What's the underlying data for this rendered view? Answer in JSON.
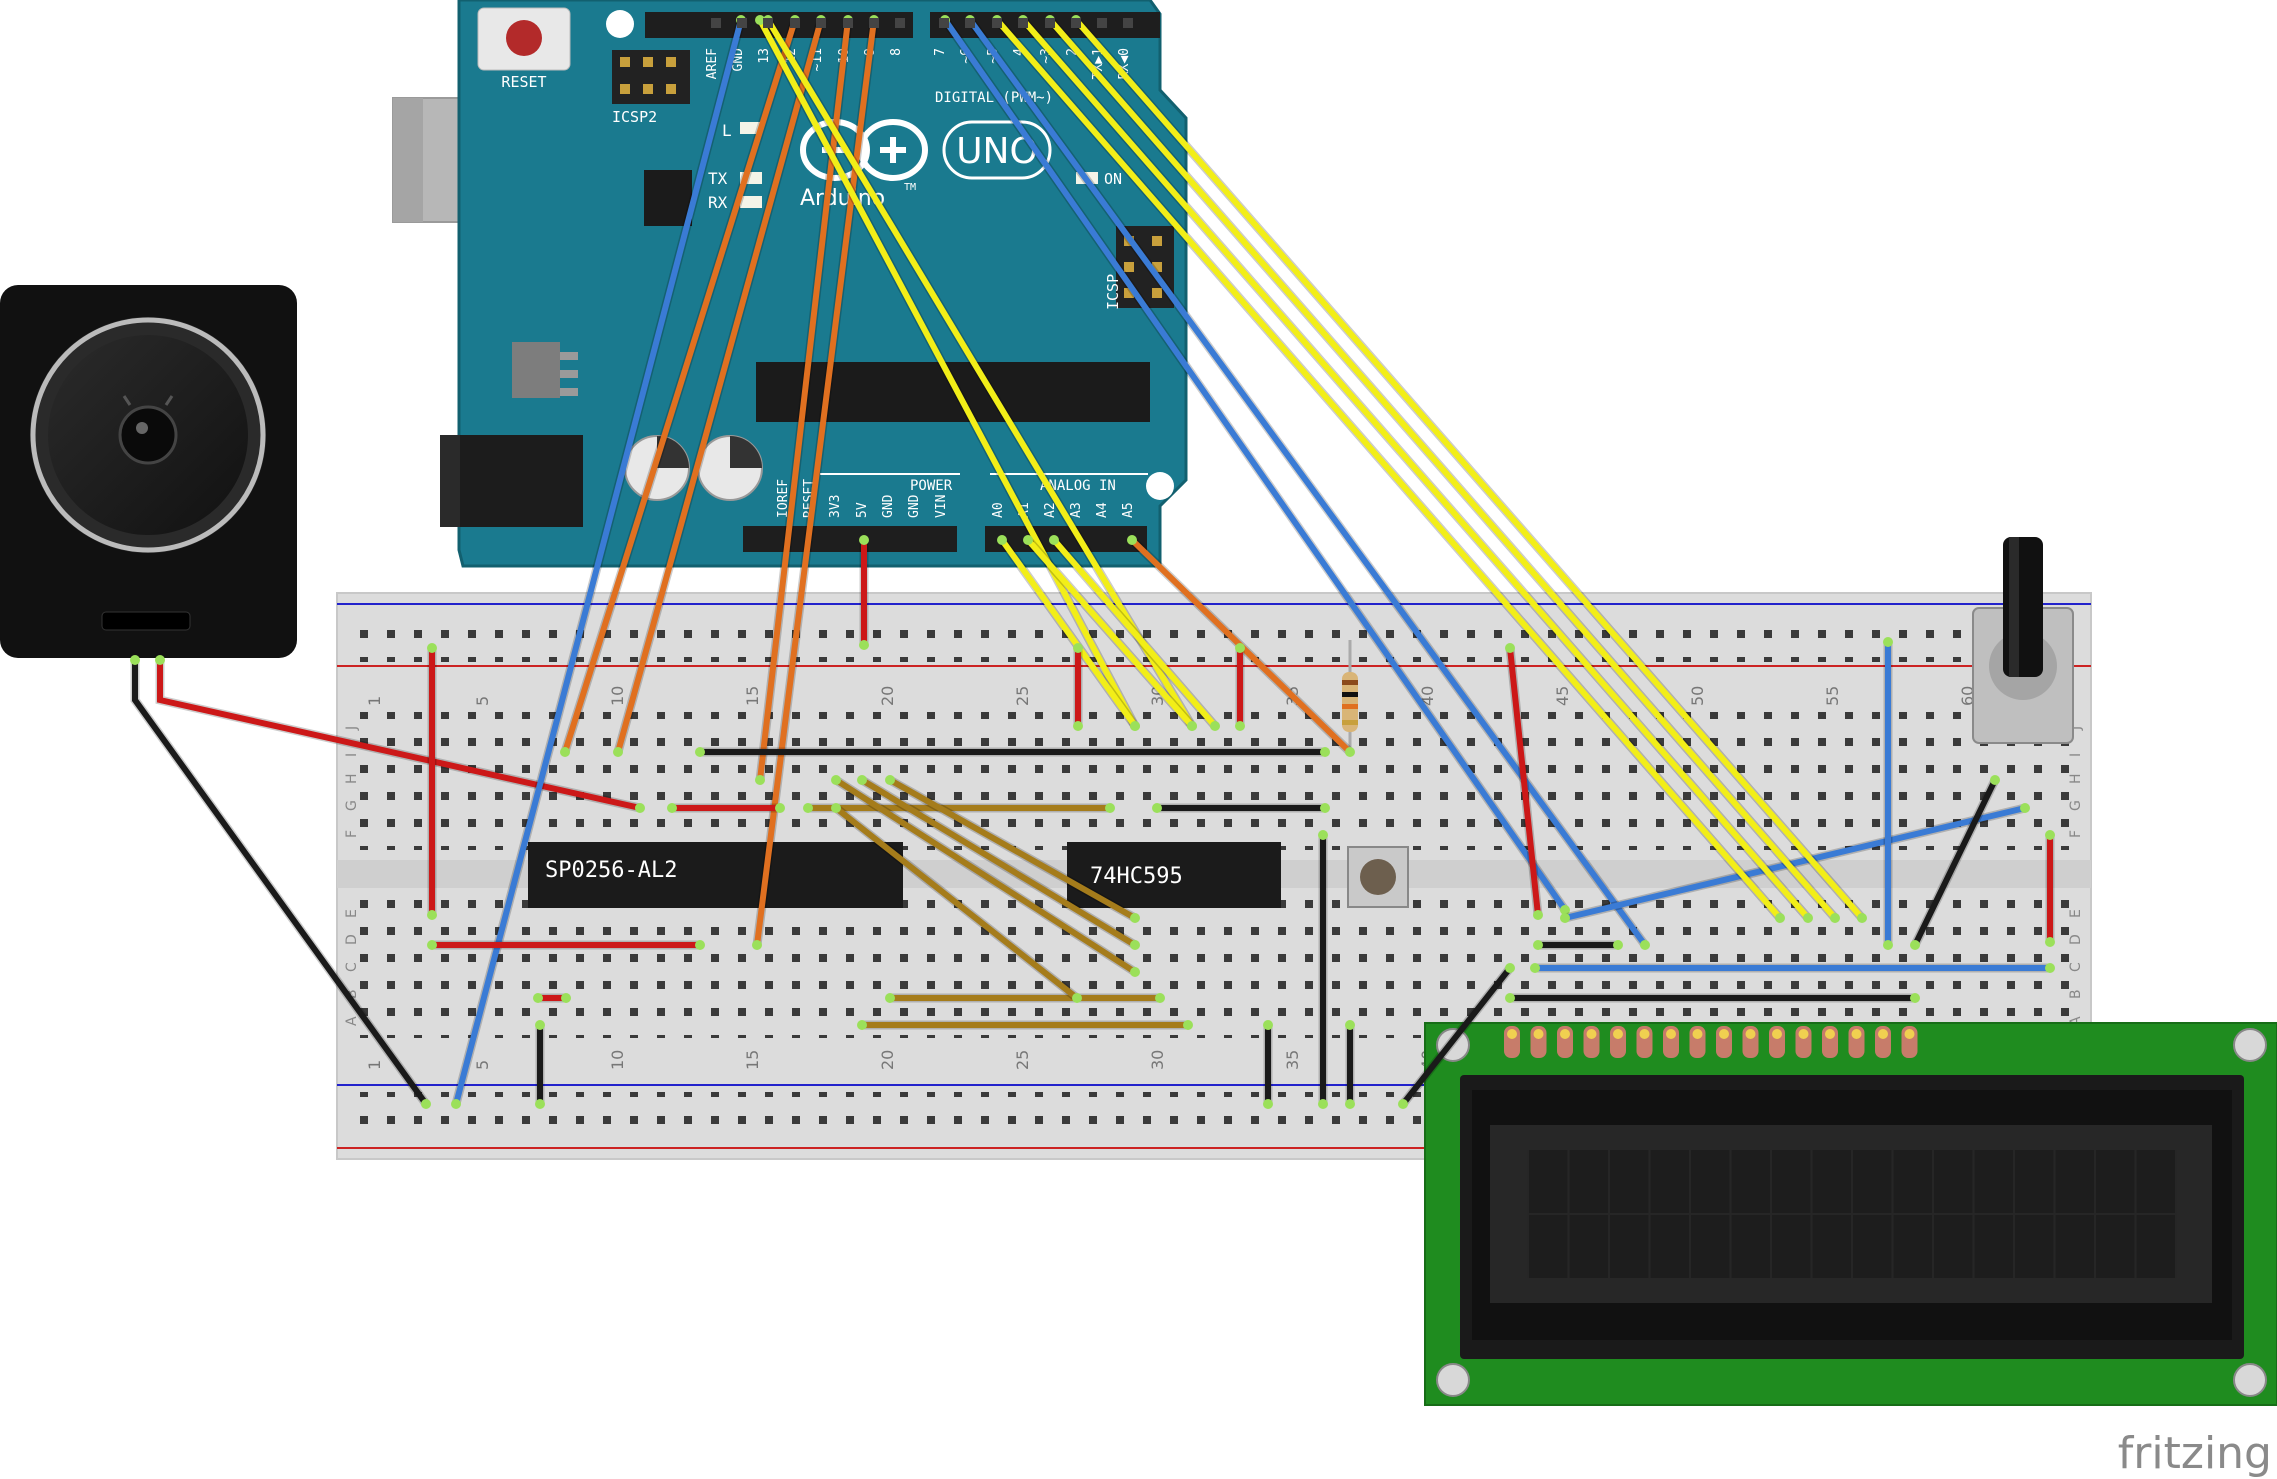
{
  "arduino": {
    "reset_label": "RESET",
    "icsp2_label": "ICSP2",
    "icsp_label": "ICSP",
    "brand": "Arduino",
    "tm": "TM",
    "model": "UNO",
    "on_label": "ON",
    "led_l": "L",
    "led_tx": "TX",
    "led_rx": "RX",
    "digital_label": "DIGITAL (PWM~)",
    "power_label": "POWER",
    "analog_label": "ANALOG IN",
    "top_pins": [
      "AREF",
      "GND",
      "13",
      "12",
      "~11",
      "~10",
      "~9",
      "8",
      "7",
      "~6",
      "~5",
      "4",
      "~3",
      "2",
      "TX▶1",
      "RX◀0"
    ],
    "power_pins": [
      "IOREF",
      "RESET",
      "3V3",
      "5V",
      "GND",
      "GND",
      "VIN"
    ],
    "analog_pins": [
      "A0",
      "A1",
      "A2",
      "A3",
      "A4",
      "A5"
    ],
    "colors": {
      "board": "#1a7a8f",
      "board_edge": "#12606f",
      "silk": "#ffffff"
    }
  },
  "breadboard": {
    "col_numbers": [
      "1",
      "5",
      "10",
      "15",
      "20",
      "25",
      "30",
      "35",
      "40",
      "45",
      "50",
      "55",
      "60"
    ],
    "row_letters_top": [
      "J",
      "I",
      "H",
      "G",
      "F"
    ],
    "row_letters_bottom": [
      "E",
      "D",
      "C",
      "B",
      "A"
    ]
  },
  "chips": [
    {
      "label": "SP0256-AL2"
    },
    {
      "label": "74HC595"
    }
  ],
  "watermark": "fritzing",
  "wire_colors": {
    "blue": "#3a7bd5",
    "orange": "#e07020",
    "yellow": "#f2ee18",
    "red": "#cc1818",
    "black": "#1a1a1a",
    "brown": "#a57c1b"
  }
}
